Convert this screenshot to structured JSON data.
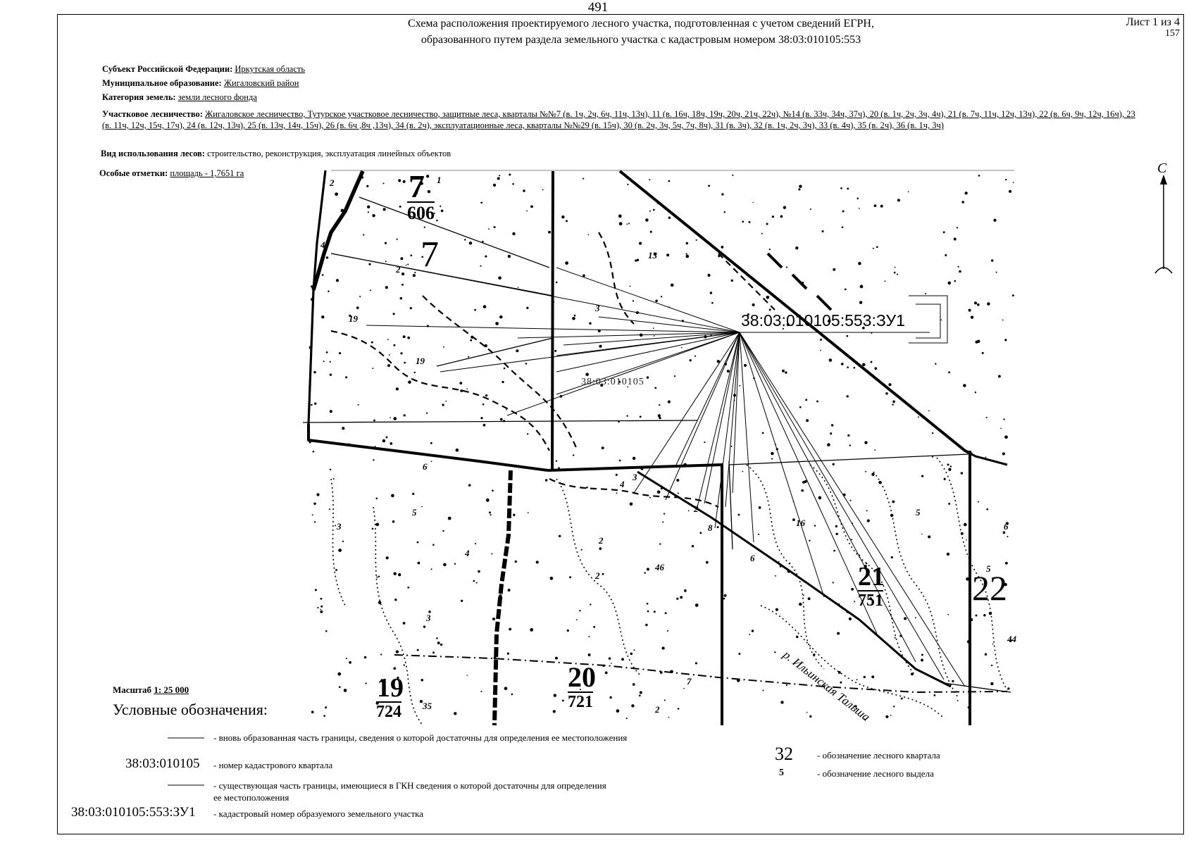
{
  "page_number": "491",
  "title_line1": "Схема расположения проектируемого лесного участка, подготовленная с учетом сведений ЕГРН,",
  "title_line2": "образованного путем раздела земельного участка с кадастровым номером 38:03:010105:553",
  "sheet_label": "Лист 1 из 4",
  "sheet_sub": "157",
  "fields": {
    "subject_label": "Субъект Российской Федерации:",
    "subject_value": "Иркутская область",
    "municipal_label": "Муниципальное образование:",
    "municipal_value": "Жигаловский район",
    "category_label": "Категория земель:",
    "category_value": "земли лесного фонда",
    "forestry_label": "Участковое лесничество:",
    "forestry_value": "Жигаловское лесничество, Тутурское участковое лесничество, защитные леса, кварталы №№7 (в. 1ч, 2ч, 6ч, 11ч, 13ч), 11 (в. 16ч, 18ч, 19ч, 20ч, 21ч, 22ч), №14 (в. 33ч, 34ч, 37ч), 20 (в. 1ч, 2ч, 3ч, 4ч), 21 (в. 7ч, 11ч, 12ч, 13ч), 22 (в. 6ч, 9ч, 12ч, 16ч), 23 (в. 11ч, 12ч, 15ч, 17ч), 24 (в. 12ч, 13ч), 25 (в. 13ч, 14ч, 15ч), 26 (в. 6ч ,8ч ,13ч), 34 (в. 2ч),  эксплуатационные леса, кварталы №№29 (в. 15ч), 30 (в. 2ч,  3ч, 5ч, 7ч, 8ч), 31 (в. 3ч), 32 (в. 1ч, 2ч, 3ч), 33 (в. 4ч), 35 (в. 2ч), 36 (в. 1ч, 3ч)",
    "usage_label": "Вид использования лесов:",
    "usage_value": "строительство, реконструкция, эксплуатация линейных объектов",
    "notes_label": "Особые отметки:",
    "notes_value": "площадь -  1,7651 га"
  },
  "map": {
    "parcel_label": "38:03:010105:553:ЗУ1",
    "quarter_code_label": "38:03:010105",
    "north_label": "С",
    "river_label": "р. Ильинская Тальша",
    "quarters": [
      {
        "number": "7",
        "area": "606"
      },
      {
        "number": "7",
        "area": ""
      },
      {
        "number": "19",
        "area": "724"
      },
      {
        "number": "20",
        "area": "721"
      },
      {
        "number": "21",
        "area": "751"
      },
      {
        "number": "22",
        "area": ""
      }
    ],
    "small_labels": [
      "2",
      "1",
      "4",
      "2",
      "19",
      "19",
      "6",
      "5",
      "3",
      "4",
      "2",
      "3",
      "2",
      "35",
      "7",
      "6",
      "5",
      "4",
      "3",
      "2",
      "8",
      "5",
      "16",
      "44",
      "46",
      "3",
      "13",
      "2",
      "6"
    ]
  },
  "scale_label": "Масштаб",
  "scale_value": "1: 25 000",
  "legend": {
    "heading": "Условные обозначения:",
    "items": [
      {
        "key": "",
        "desc": "- вновь образованная часть границы, сведения о которой достаточны для определения ее местоположения"
      },
      {
        "key": "38:03:010105",
        "desc": "- номер кадастрового квартала"
      },
      {
        "key": "",
        "desc": "- существующая часть границы, имеющиеся в ГКН сведения о которой достаточны для определения ее местоположения"
      },
      {
        "key": "38:03:010105:553:ЗУ1",
        "desc": "- кадастровый номер образуемого земельного участка"
      },
      {
        "key": "32",
        "desc": "- обозначение лесного квартала"
      },
      {
        "key": "5",
        "desc": "- обозначение лесного выдела"
      }
    ]
  }
}
